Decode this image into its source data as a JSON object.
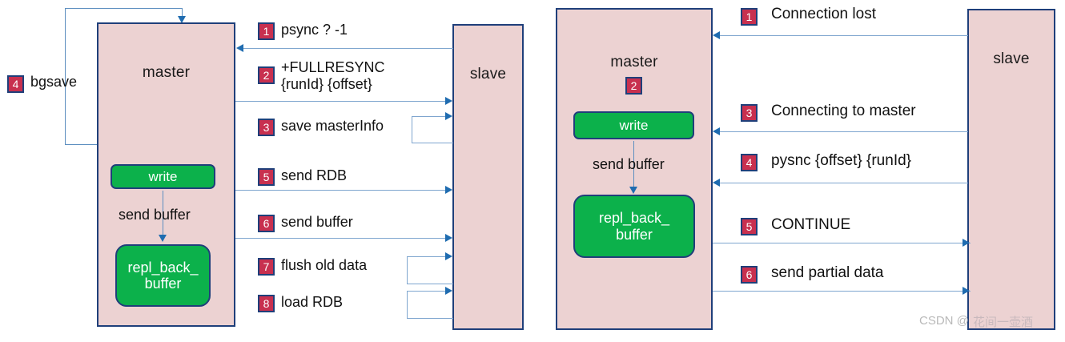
{
  "colors": {
    "node_fill": "#ecd2d2",
    "node_border": "#1f3f7a",
    "process_fill": "#0cb14b",
    "badge_fill": "#c8304f",
    "connector": "#7fa6cf",
    "arrowhead": "#1f6cb0"
  },
  "left_diagram": {
    "title_nodes": {
      "master_label": "master",
      "slave_label": "slave"
    },
    "master_processes": [
      {
        "label": "write"
      },
      {
        "label": "repl_back_\nbuffer"
      }
    ],
    "internal_arrow_label": "send buffer",
    "external_step": {
      "number": "4",
      "label": "bgsave"
    },
    "steps": [
      {
        "number": "1",
        "label": "psync ? -1",
        "direction": "slave-to-master"
      },
      {
        "number": "2",
        "label": "+FULLRESYNC\n{runId} {offset}",
        "direction": "master-to-slave"
      },
      {
        "number": "3",
        "label": "save masterInfo",
        "direction": "slave-self-loop"
      },
      {
        "number": "5",
        "label": "send RDB",
        "direction": "master-to-slave"
      },
      {
        "number": "6",
        "label": "send buffer",
        "direction": "master-to-slave"
      },
      {
        "number": "7",
        "label": "flush old data",
        "direction": "slave-self-loop"
      },
      {
        "number": "8",
        "label": "load RDB",
        "direction": "slave-self-loop"
      }
    ]
  },
  "right_diagram": {
    "title_nodes": {
      "master_label": "master",
      "slave_label": "slave"
    },
    "master_badge": {
      "number": "2"
    },
    "master_processes": [
      {
        "label": "write"
      },
      {
        "label": "repl_back_\nbuffer"
      }
    ],
    "internal_arrow_label": "send buffer",
    "steps": [
      {
        "number": "1",
        "label": "Connection lost",
        "direction": "slave-to-master"
      },
      {
        "number": "3",
        "label": "Connecting to master",
        "direction": "slave-to-master"
      },
      {
        "number": "4",
        "label": "pysnc {offset} {runId}",
        "direction": "slave-to-master"
      },
      {
        "number": "5",
        "label": "CONTINUE",
        "direction": "master-to-slave"
      },
      {
        "number": "6",
        "label": "send partial data",
        "direction": "master-to-slave"
      }
    ]
  },
  "watermark": {
    "prefix": "CSDN @",
    "author": "花间一壶酒"
  }
}
